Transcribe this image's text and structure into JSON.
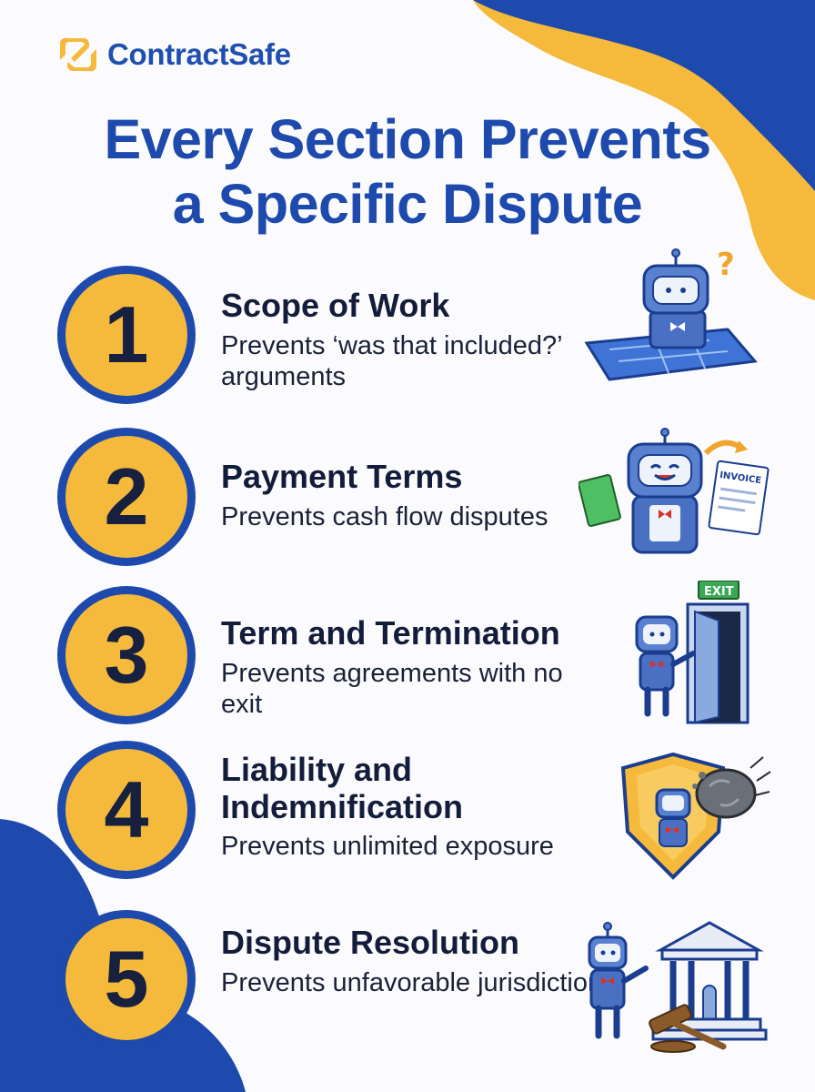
{
  "brand": {
    "name": "ContractSafe",
    "accent": "#1d4aac",
    "highlight": "#f5b93b"
  },
  "title": {
    "line1": "Every Section Prevents",
    "line2": "a Specific Dispute"
  },
  "sections": [
    {
      "number": "1",
      "heading": "Scope of Work",
      "description": "Prevents ‘was that included?’ arguments",
      "icon": "robot-blueprint-icon"
    },
    {
      "number": "2",
      "heading": "Payment Terms",
      "description": "Prevents cash flow disputes",
      "icon": "robot-invoice-icon",
      "illus_label": "INVOICE"
    },
    {
      "number": "3",
      "heading": "Term and Termination",
      "description": "Prevents agreements with no exit",
      "icon": "robot-exit-door-icon",
      "illus_label": "EXIT"
    },
    {
      "number": "4",
      "heading": "Liability and Indemnification",
      "description": "Prevents unlimited exposure",
      "icon": "robot-shield-icon"
    },
    {
      "number": "5",
      "heading": "Dispute Resolution",
      "description": "Prevents unfavorable jurisdiction",
      "icon": "robot-courthouse-icon"
    }
  ]
}
